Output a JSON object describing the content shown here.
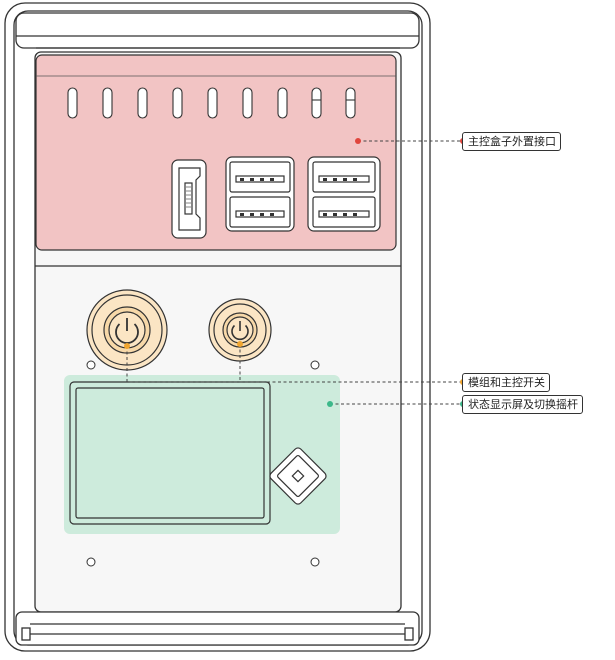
{
  "callouts": {
    "ports": {
      "label": "主控盒子外置接口",
      "color": "#e0453c"
    },
    "switches": {
      "label": "模组和主控开关",
      "color": "#f0a530"
    },
    "display": {
      "label": "状态显示屏及切换摇杆",
      "color": "#3cb88a"
    }
  },
  "colors": {
    "port_panel": "#f2c4c4",
    "switch_fill": "#fbe5c4",
    "display_panel": "#cdebdc",
    "outline": "#333333"
  }
}
